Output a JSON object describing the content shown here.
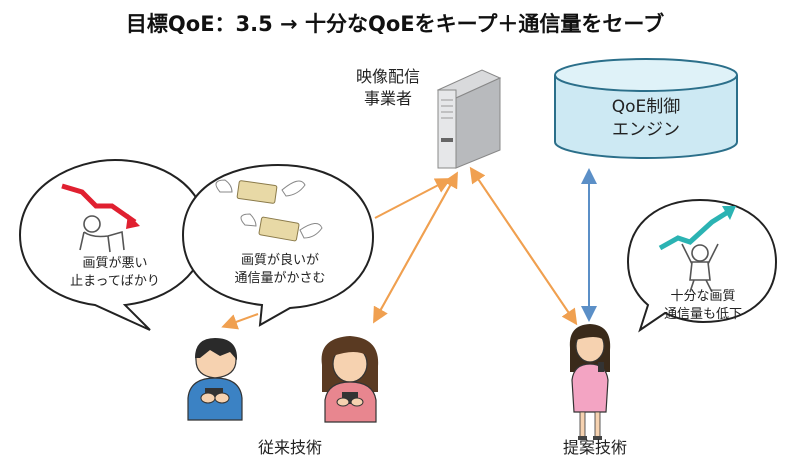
{
  "title": "目標QoE：3.5 → 十分なQoEをキープ＋通信量をセーブ",
  "server": {
    "label_line1": "映像配信",
    "label_line2": "事業者"
  },
  "engine": {
    "label_line1": "QoE制御",
    "label_line2": "エンジン"
  },
  "bubbles": {
    "left": {
      "line1": "画質が悪い",
      "line2": "止まってばかり"
    },
    "middle": {
      "line1": "画質が良いが",
      "line2": "通信量がかさむ"
    },
    "right": {
      "line1": "十分な画質",
      "line2": "通信量も低下"
    }
  },
  "groups": {
    "conventional": "従来技術",
    "proposed": "提案技術"
  },
  "colors": {
    "orange_arrow": "#f0a050",
    "blue_arrow": "#5b8fc7",
    "cylinder": "#cde9f3",
    "down_trend": "#e02030",
    "up_trend": "#2bb3b3"
  }
}
